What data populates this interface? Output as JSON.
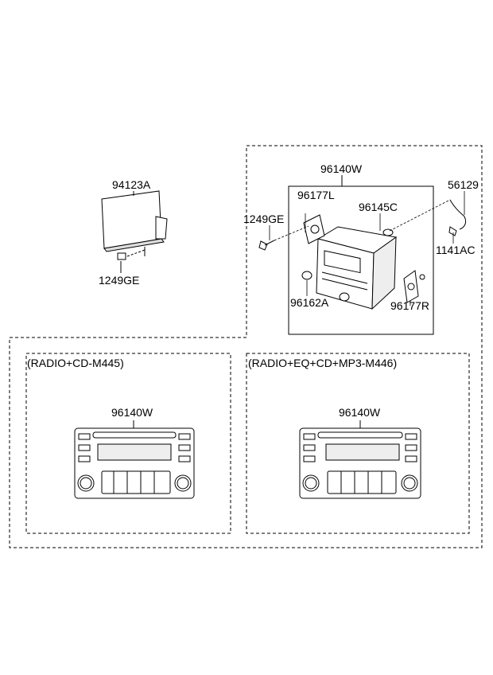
{
  "labels": {
    "p94123A": "94123A",
    "p1249GE_left": "1249GE",
    "p96140W_top": "96140W",
    "p96177L": "96177L",
    "p1249GE_right": "1249GE",
    "p96145C": "96145C",
    "p56129": "56129",
    "p1141AC": "1141AC",
    "p96162A": "96162A",
    "p96177R": "96177R"
  },
  "variants": [
    {
      "title": "(RADIO+CD-M445)",
      "part": "96140W"
    },
    {
      "title": "(RADIO+EQ+CD+MP3-M446)",
      "part": "96140W"
    }
  ]
}
